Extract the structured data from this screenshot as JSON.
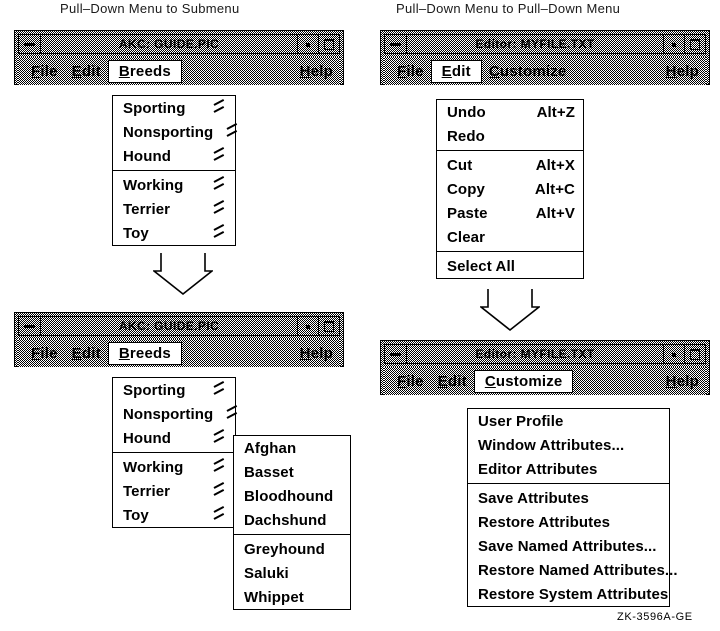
{
  "figure": {
    "id_label": "ZK-3596A-GE",
    "captions": {
      "left": "Pull–Down Menu to Submenu",
      "right": "Pull–Down Menu to Pull–Down Menu"
    }
  },
  "colors": {
    "ink": "#000000",
    "paper": "#ffffff",
    "window_gray": "#b0b0b0"
  },
  "windows": {
    "akc_top": {
      "title": "AKC: GUIDE.PIC",
      "window_menu_icon": "window-menu-icon",
      "minimize_icon": "minimize-icon",
      "maximize_icon": "maximize-icon",
      "menubar": [
        {
          "label": "File",
          "mnemonic": "F",
          "active": false
        },
        {
          "label": "Edit",
          "mnemonic": "E",
          "active": false
        },
        {
          "label": "Breeds",
          "mnemonic": "B",
          "active": true
        },
        {
          "label": "Help",
          "mnemonic": "H",
          "active": false
        }
      ],
      "breeds_menu": [
        {
          "label": "Sporting",
          "cascade": true
        },
        {
          "label": "Nonsporting",
          "cascade": true
        },
        {
          "label": "Hound",
          "cascade": true
        },
        {
          "separator": true
        },
        {
          "label": "Working",
          "cascade": true
        },
        {
          "label": "Terrier",
          "cascade": true
        },
        {
          "label": "Toy",
          "cascade": true
        }
      ]
    },
    "akc_bottom": {
      "title": "AKC: GUIDE.PIC",
      "menubar": [
        {
          "label": "File",
          "mnemonic": "F",
          "active": false
        },
        {
          "label": "Edit",
          "mnemonic": "E",
          "active": false
        },
        {
          "label": "Breeds",
          "mnemonic": "B",
          "active": true
        },
        {
          "label": "Help",
          "mnemonic": "H",
          "active": false
        }
      ],
      "breeds_menu": [
        {
          "label": "Sporting",
          "cascade": true
        },
        {
          "label": "Nonsporting",
          "cascade": true
        },
        {
          "label": "Hound",
          "cascade": true
        },
        {
          "separator": true
        },
        {
          "label": "Working",
          "cascade": true
        },
        {
          "label": "Terrier",
          "cascade": true
        },
        {
          "label": "Toy",
          "cascade": true
        }
      ],
      "hound_submenu": [
        {
          "label": "Afghan"
        },
        {
          "label": "Basset"
        },
        {
          "label": "Bloodhound"
        },
        {
          "label": "Dachshund"
        },
        {
          "separator": true
        },
        {
          "label": "Greyhound"
        },
        {
          "label": "Saluki"
        },
        {
          "label": "Whippet"
        }
      ]
    },
    "editor_top": {
      "title": "Editor: MYFILE.TXT",
      "menubar": [
        {
          "label": "File",
          "mnemonic": "F",
          "active": false
        },
        {
          "label": "Edit",
          "mnemonic": "E",
          "active": true
        },
        {
          "label": "Customize",
          "mnemonic": "C",
          "active": false
        },
        {
          "label": "Help",
          "mnemonic": "H",
          "active": false
        }
      ],
      "edit_menu": [
        {
          "label": "Undo",
          "accel": "Alt+Z"
        },
        {
          "label": "Redo",
          "accel": ""
        },
        {
          "separator": true
        },
        {
          "label": "Cut",
          "accel": "Alt+X"
        },
        {
          "label": "Copy",
          "accel": "Alt+C"
        },
        {
          "label": "Paste",
          "accel": "Alt+V"
        },
        {
          "label": "Clear",
          "accel": ""
        },
        {
          "separator": true
        },
        {
          "label": "Select All",
          "accel": ""
        }
      ]
    },
    "editor_bottom": {
      "title": "Editor: MYFILE.TXT",
      "menubar": [
        {
          "label": "File",
          "mnemonic": "F",
          "active": false
        },
        {
          "label": "Edit",
          "mnemonic": "E",
          "active": false
        },
        {
          "label": "Customize",
          "mnemonic": "C",
          "active": true
        },
        {
          "label": "Help",
          "mnemonic": "H",
          "active": false
        }
      ],
      "customize_menu": [
        {
          "label": "User Profile"
        },
        {
          "label": "Window Attributes..."
        },
        {
          "label": "Editor Attributes"
        },
        {
          "separator": true
        },
        {
          "label": "Save Attributes"
        },
        {
          "label": "Restore Attributes"
        },
        {
          "label": "Save Named Attributes..."
        },
        {
          "label": "Restore Named Attributes..."
        },
        {
          "label": "Restore System Attributes"
        }
      ]
    }
  }
}
